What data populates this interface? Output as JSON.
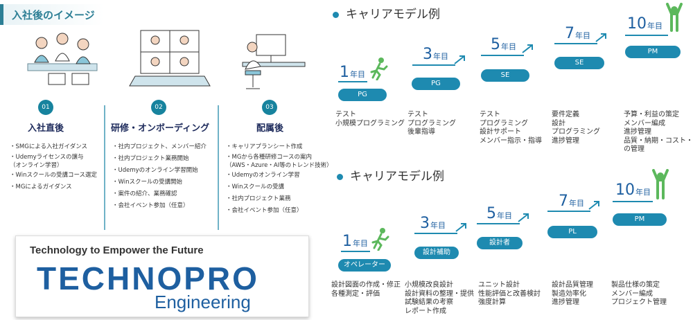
{
  "header": {
    "title": "入社後のイメージ"
  },
  "columns": [
    {
      "num": "01",
      "title": "入社直後",
      "items": [
        "・SMGによる入社ガイダンス",
        "・Udemyライセンスの譲与",
        "（オンライン学習）",
        "・Winスクールの受講コース選定",
        "・MGによるガイダンス"
      ]
    },
    {
      "num": "02",
      "title": "研修・オンボーディング",
      "items": [
        "・社内プロジェクト、メンバー紹介",
        "・社内プロジェクト業務開始",
        "・Udemyのオンライン学習開始",
        "・Winスクールの受講開始",
        "・案件の紹介、業務確認",
        "・会社イベント参加（任意）"
      ]
    },
    {
      "num": "03",
      "title": "配属後",
      "items": [
        "・キャリアプランシート作成",
        "・MGから各種研修コースの案内",
        "（AWS・Azure・AI等のトレンド技術）",
        "・Udemyのオンライン学習",
        "・Winスクールの受講",
        "・社内プロジェクト業務",
        "・会社イベント参加（任意）"
      ]
    }
  ],
  "logo": {
    "tagline": "Technology to Empower the Future",
    "name": "TECHNOPRO",
    "sub": "Engineering"
  },
  "career_top": {
    "title": "キャリアモデル例",
    "unit": "年目",
    "steps": [
      {
        "year": "1",
        "role": "PG",
        "desc": [
          "テスト",
          "小規模プログラミング"
        ]
      },
      {
        "year": "3",
        "role": "PG",
        "desc": [
          "テスト",
          "プログラミング",
          "後輩指導"
        ]
      },
      {
        "year": "5",
        "role": "SE",
        "desc": [
          "テスト",
          "プログラミング",
          "設計サポート",
          "メンバー指示・指導"
        ]
      },
      {
        "year": "7",
        "role": "SE",
        "desc": [
          "要件定義",
          "設計",
          "プログラミング",
          "進捗管理"
        ]
      },
      {
        "year": "10",
        "role": "PM",
        "desc": [
          "予算・利益の策定",
          "メンバー編成",
          "進捗管理",
          "品質・納期・コスト・",
          "の管理"
        ]
      }
    ]
  },
  "career_bottom": {
    "title": "キャリアモデル例",
    "unit": "年目",
    "steps": [
      {
        "year": "1",
        "role": "オペレーター",
        "desc": [
          "設計図面の作成・修正",
          "各種測定・評価"
        ]
      },
      {
        "year": "3",
        "role": "設計補助",
        "desc": [
          "小規模改良設計",
          "設計資料の整理・提供",
          "試験結果の考察",
          "レポート作成"
        ]
      },
      {
        "year": "5",
        "role": "設計者",
        "desc": [
          "ユニット設計",
          "性能評価と改善検討",
          "強度計算"
        ]
      },
      {
        "year": "7",
        "role": "PL",
        "desc": [
          "設計品質管理",
          "製造効率化",
          "進捗管理"
        ]
      },
      {
        "year": "10",
        "role": "PM",
        "desc": [
          "製品仕様の策定",
          "メンバー編成",
          "プロジェクト管理"
        ]
      }
    ]
  },
  "colors": {
    "accent": "#1e8ab0",
    "header": "#2d7f95",
    "figure": "#5cb85c",
    "logo": "#1e5fa0"
  }
}
